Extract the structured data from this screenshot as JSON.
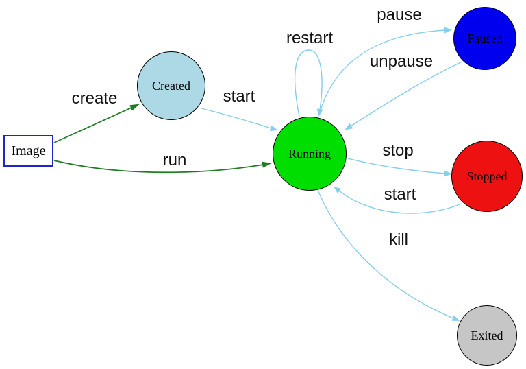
{
  "diagram": {
    "type": "state-diagram",
    "subject": "container lifecycle states",
    "colors": {
      "background": "#ffffff",
      "edge_light_blue": "#87ceeb",
      "edge_dark_green": "#1e7d23",
      "node_created_fill": "#add8e6",
      "node_running_fill": "#00de00",
      "node_paused_fill": "#0000ee",
      "node_stopped_fill": "#ee1111",
      "node_exited_fill": "#c6c6c6",
      "image_box_border": "#2323cd",
      "node_border": "#000000",
      "label_text": "#111111"
    },
    "nodes": [
      {
        "id": "image",
        "label": "Image",
        "shape": "rectangle"
      },
      {
        "id": "created",
        "label": "Created",
        "shape": "circle"
      },
      {
        "id": "running",
        "label": "Running",
        "shape": "circle"
      },
      {
        "id": "paused",
        "label": "Paused",
        "shape": "circle"
      },
      {
        "id": "stopped",
        "label": "Stopped",
        "shape": "circle"
      },
      {
        "id": "exited",
        "label": "Exited",
        "shape": "circle"
      }
    ],
    "edges": [
      {
        "from": "image",
        "to": "created",
        "label": "create",
        "color": "#1e7d23"
      },
      {
        "from": "image",
        "to": "running",
        "label": "run",
        "color": "#1e7d23"
      },
      {
        "from": "created",
        "to": "running",
        "label": "start",
        "color": "#87ceeb"
      },
      {
        "from": "running",
        "to": "running",
        "label": "restart",
        "color": "#87ceeb"
      },
      {
        "from": "running",
        "to": "paused",
        "label": "pause",
        "color": "#87ceeb"
      },
      {
        "from": "paused",
        "to": "running",
        "label": "unpause",
        "color": "#87ceeb"
      },
      {
        "from": "running",
        "to": "stopped",
        "label": "stop",
        "color": "#87ceeb"
      },
      {
        "from": "stopped",
        "to": "running",
        "label": "start",
        "color": "#87ceeb"
      },
      {
        "from": "running",
        "to": "exited",
        "label": "kill",
        "color": "#87ceeb"
      }
    ]
  }
}
